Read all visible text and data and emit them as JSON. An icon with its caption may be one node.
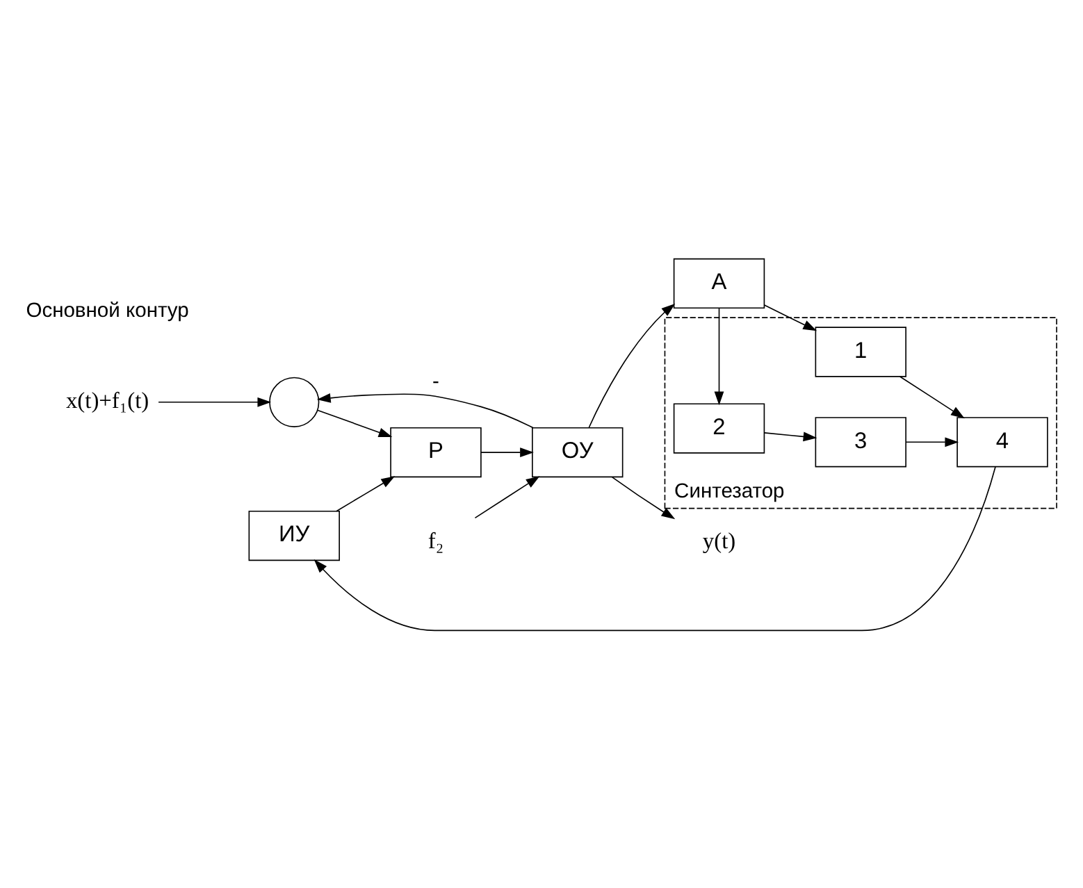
{
  "diagram": {
    "nodes": [
      {
        "text": [
          "x(t)+f₁(t)"
        ]
      },
      {
        "text": [],
        "shape": "circle"
      },
      {
        "text": [
          "Р"
        ]
      },
      {
        "text": [
          "ОУ"
        ]
      },
      {
        "text": [
          "f₂"
        ]
      },
      {
        "text": [
          "y(t)"
        ]
      },
      {
        "text": [
          "ИУ"
        ]
      },
      {
        "text": [
          "А"
        ]
      },
      {
        "text": [
          "Синтезатор"
        ]
      },
      {
        "text": [
          "3"
        ],
        "in": 8
      },
      {
        "text": [
          "4"
        ],
        "in": 8
      },
      {
        "text": [
          "1"
        ],
        "in": 8
      },
      {
        "text": [
          "2"
        ],
        "in": 8
      }
    ],
    "edges": [
      {
        "from": 0,
        "to": 1,
        "arrow": "to"
      },
      {
        "from": 1,
        "to": 2,
        "arrow": "to"
      },
      {
        "from": 2,
        "to": 3,
        "arrow": "to"
      },
      {
        "from": 4,
        "to": 3,
        "arrow": "to"
      },
      {
        "from": 3,
        "to": 5,
        "arrow": "to"
      },
      {
        "from": 3,
        "to": 1,
        "arrow": "to",
        "label": "-"
      },
      {
        "from": 3,
        "to": 7,
        "arrow": "to"
      },
      {
        "from": 6,
        "to": 2,
        "arrow": "to"
      },
      {
        "from": 10,
        "to": 6,
        "arrow": "to"
      },
      {
        "from": 9,
        "to": 10,
        "arrow": "to"
      },
      {
        "from": 11,
        "to": 10,
        "arrow": "to"
      },
      {
        "from": 7,
        "to": 11,
        "arrow": "to"
      },
      {
        "from": 7,
        "to": 12,
        "arrow": "to"
      },
      {
        "from": 12,
        "to": 9,
        "arrow": "to"
      }
    ],
    "labels": [
      "Основной контур"
    ]
  }
}
